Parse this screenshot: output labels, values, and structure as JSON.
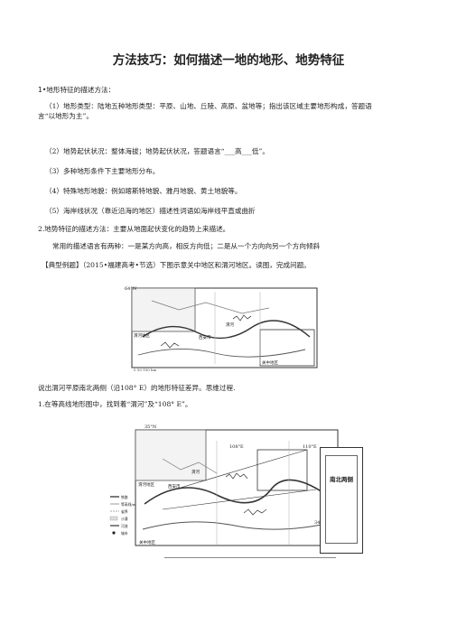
{
  "title": "方法技巧：如何描述一地的地形、地势特征",
  "lines": {
    "l1": "1•地形特征的描述方法：",
    "l2": "（1）地形类型：陆地五种地形类型：平原、山地、丘陵、高原、盆地等；指出该区域主要地形构成，答题语",
    "l2b": "言“以地形为主”。",
    "l4": "（2）地势起伏状况：整体海拔；地势起伏状况，答题语言“___高___低”。",
    "l5": "（3）多种地形条件下主要地形分布。",
    "l6": "（4）特殊地形地貌：例如喀斯特地貌、雅丹地貌、黄土地貌等。",
    "l7": "（5）海岸线状况（靠近沿海的地区）描述性词语如海岸线平直或曲折",
    "l8": "2.地势特征的描述方法：主要从地面起伏变化的趋势上来描述。",
    "l9": "常用的描述语言有两种：一是某方向高，相反方向低；二是从一个方向向另一个方向倾斜",
    "l10": "【典型例题】（2015•福建高考•节选）下图示意关中地区和渭河地区。读图，完成问题。",
    "l11": "说出渭河平原南北两侧（沿108° E）的地形特征差异。思维过程.",
    "l12": "1.在等高线地形图中，找到着“渭河”及“108° E”。"
  },
  "map1": {
    "lat_label": "64°N",
    "box_a": "渭河地区",
    "box_b": "关中地区",
    "place": "西安市",
    "river": "渭河",
    "scale": "0 50 100 km"
  },
  "map2": {
    "lon_a": "108°E",
    "lon_b": "110°E",
    "lat_a": "35°N",
    "lat_b": "34°N",
    "box_a": "渭河地区",
    "box_b": "关中地区",
    "place": "西安市",
    "river": "渭河",
    "legend": [
      "铁路",
      "等高线/m",
      "省界",
      "沙漠",
      "河流",
      "城市"
    ]
  },
  "side_label": "南北两侧",
  "colors": {
    "ink": "#222222",
    "map_line": "#333333",
    "map_gray": "#9a9a9a"
  }
}
